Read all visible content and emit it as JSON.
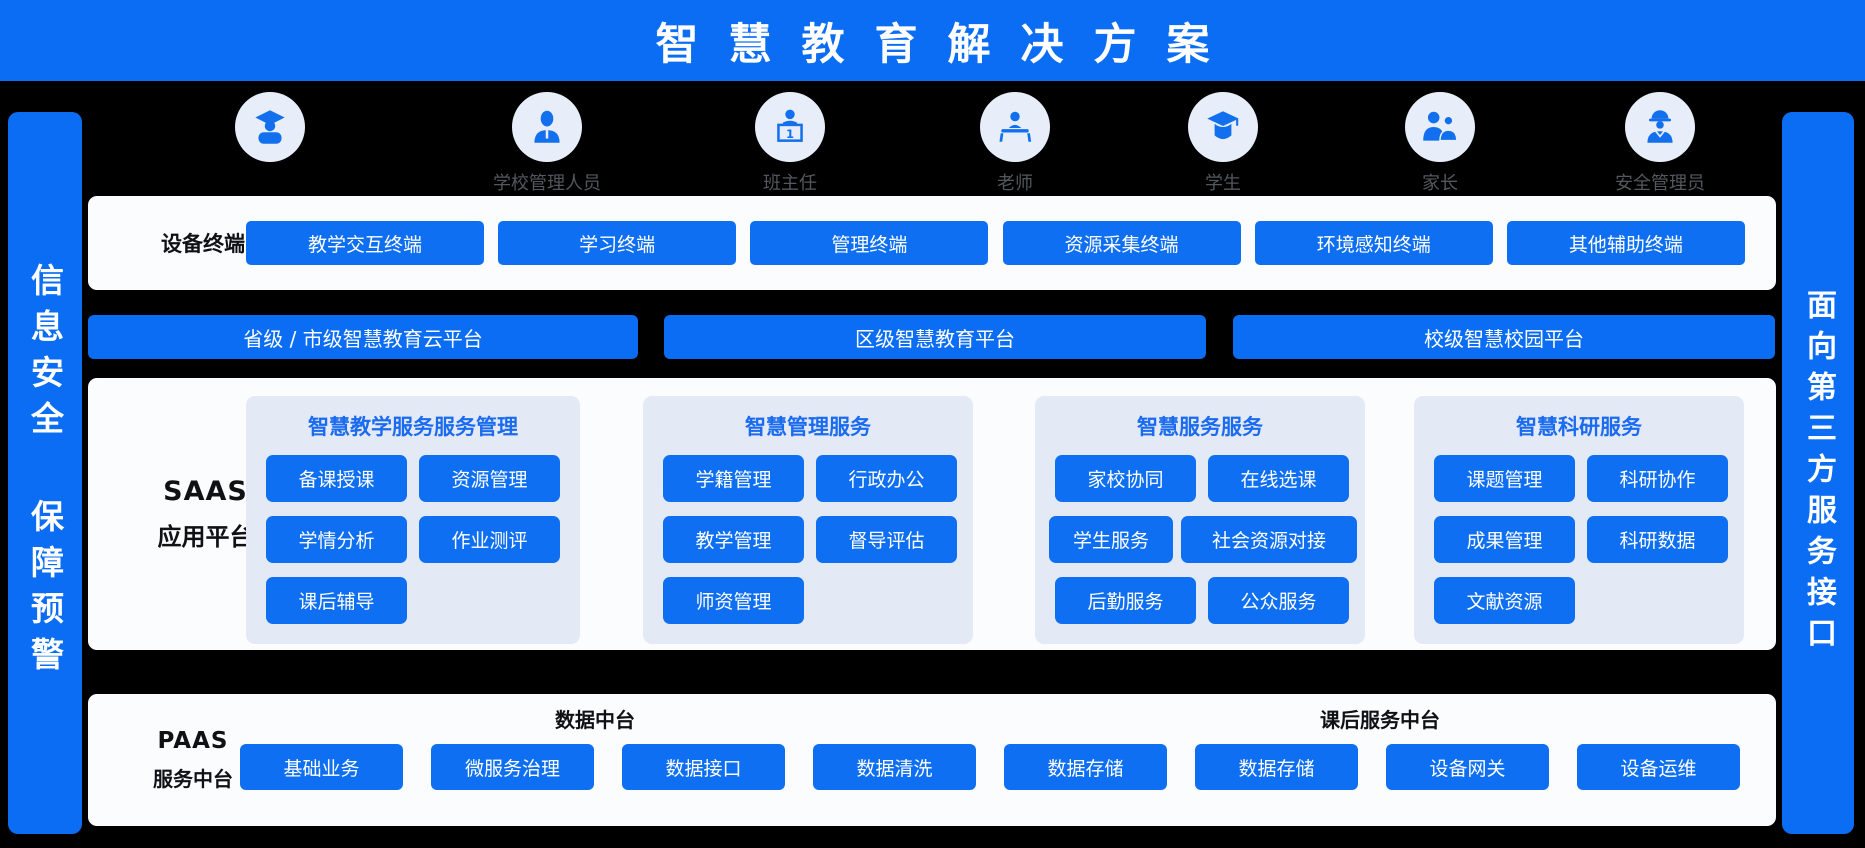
{
  "title": "智慧教育解决方案",
  "colors": {
    "primary_blue": "#0b6df3",
    "button_blue": "#0f6ff2",
    "panel_bg": "#fbfcfe",
    "group_bg": "#e3e9f5",
    "group_header_blue": "#1a6bf0",
    "icon_circle": "#e8eef9",
    "user_label_gray": "#54575d",
    "background": "#000000"
  },
  "left_bar": {
    "line1": "信息安全",
    "line2": "保障预警"
  },
  "right_bar": {
    "text": "面向第三方服务接口"
  },
  "users": [
    {
      "icon": "graduate-icon",
      "label": ""
    },
    {
      "icon": "school-admin-icon",
      "label": "学校管理人员"
    },
    {
      "icon": "head-teacher-icon",
      "label": "班主任"
    },
    {
      "icon": "teacher-icon",
      "label": "老师"
    },
    {
      "icon": "student-icon",
      "label": "学生"
    },
    {
      "icon": "parents-icon",
      "label": "家长"
    },
    {
      "icon": "safety-officer-icon",
      "label": "安全管理员"
    }
  ],
  "device_row": {
    "label": "设备终端",
    "buttons": [
      "教学交互终端",
      "学习终端",
      "管理终端",
      "资源采集终端",
      "环境感知终端",
      "其他辅助终端"
    ]
  },
  "platform_bars": [
    "省级 / 市级智慧教育云平台",
    "区级智慧教育平台",
    "校级智慧校园平台"
  ],
  "saas": {
    "label_line1": "SAAS",
    "label_line2": "应用平台",
    "groups": [
      {
        "header": "智慧教学服务服务管理",
        "buttons": [
          "备课授课",
          "资源管理",
          "学情分析",
          "作业测评",
          "课后辅导"
        ]
      },
      {
        "header": "智慧管理服务",
        "buttons": [
          "学籍管理",
          "行政办公",
          "教学管理",
          "督导评估",
          "师资管理"
        ]
      },
      {
        "header": "智慧服务服务",
        "buttons": [
          "家校协同",
          "在线选课",
          "学生服务",
          "社会资源对接",
          "后勤服务",
          "公众服务"
        ]
      },
      {
        "header": "智慧科研服务",
        "buttons": [
          "课题管理",
          "科研协作",
          "成果管理",
          "科研数据",
          "文献资源"
        ]
      }
    ]
  },
  "paas": {
    "label_line1": "PAAS",
    "label_line2": "服务中台",
    "section_headers": [
      "数据中台",
      "课后服务中台"
    ],
    "buttons": [
      "基础业务",
      "微服务治理",
      "数据接口",
      "数据清洗",
      "数据存储",
      "数据存储",
      "设备网关",
      "设备运维"
    ]
  }
}
